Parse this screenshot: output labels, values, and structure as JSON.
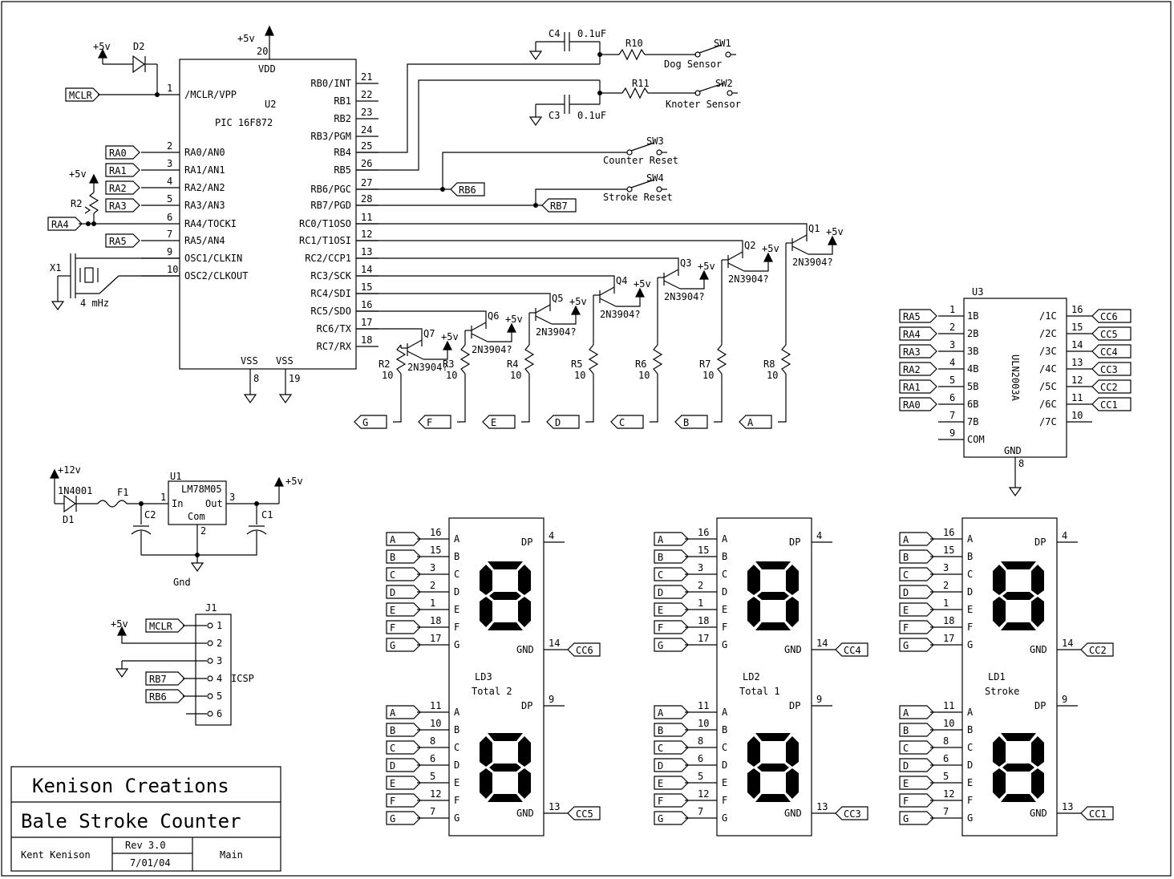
{
  "title_block": {
    "company": "Kenison Creations",
    "project": "Bale Stroke Counter",
    "author": "Kent Kenison",
    "rev": "Rev 3.0",
    "date": "7/01/04",
    "sheet": "Main"
  },
  "mcu": {
    "ref": "U2",
    "part": "PIC 16F872",
    "vdd_label": "VDD",
    "vdd_pin": "20",
    "supply": "+5v",
    "left_pins": [
      {
        "num": "1",
        "name": "/MCLR/VPP"
      },
      {
        "num": "2",
        "name": "RA0/AN0"
      },
      {
        "num": "3",
        "name": "RA1/AN1"
      },
      {
        "num": "4",
        "name": "RA2/AN2"
      },
      {
        "num": "5",
        "name": "RA3/AN3"
      },
      {
        "num": "6",
        "name": "RA4/TOCKI"
      },
      {
        "num": "7",
        "name": "RA5/AN4"
      },
      {
        "num": "9",
        "name": "OSC1/CLKIN"
      },
      {
        "num": "10",
        "name": "OSC2/CLKOUT"
      }
    ],
    "right_pins": [
      {
        "num": "21",
        "name": "RB0/INT"
      },
      {
        "num": "22",
        "name": "RB1"
      },
      {
        "num": "23",
        "name": "RB2"
      },
      {
        "num": "24",
        "name": "RB3/PGM"
      },
      {
        "num": "25",
        "name": "RB4"
      },
      {
        "num": "26",
        "name": "RB5"
      },
      {
        "num": "27",
        "name": "RB6/PGC"
      },
      {
        "num": "28",
        "name": "RB7/PGD"
      },
      {
        "num": "11",
        "name": "RC0/T1OSO"
      },
      {
        "num": "12",
        "name": "RC1/T1OSI"
      },
      {
        "num": "13",
        "name": "RC2/CCP1"
      },
      {
        "num": "14",
        "name": "RC3/SCK"
      },
      {
        "num": "15",
        "name": "RC4/SDI"
      },
      {
        "num": "16",
        "name": "RC5/SDO"
      },
      {
        "num": "17",
        "name": "RC6/TX"
      },
      {
        "num": "18",
        "name": "RC7/RX"
      }
    ],
    "vss": [
      {
        "label": "VSS",
        "pin": "8"
      },
      {
        "label": "VSS",
        "pin": "19"
      }
    ]
  },
  "mclr_section": {
    "supply": "+5v",
    "diode": "D2",
    "net": "MCLR"
  },
  "ra_nets": [
    "RA0",
    "RA1",
    "RA2",
    "RA3",
    "RA4",
    "RA5"
  ],
  "pot": {
    "ref": "R2",
    "supply": "+5v"
  },
  "crystal": {
    "ref": "X1",
    "freq": "4 mHz"
  },
  "inputs": [
    {
      "cap": "C4",
      "cap_val": "0.1uF",
      "res": "R10",
      "sw": "SW1",
      "desc": "Dog Sensor"
    },
    {
      "cap": "C3",
      "cap_val": "0.1uF",
      "res": "R11",
      "sw": "SW2",
      "desc": "Knoter Sensor"
    }
  ],
  "resets": [
    {
      "sw": "SW3",
      "desc": "Counter Reset",
      "net": "RB6"
    },
    {
      "sw": "SW4",
      "desc": "Stroke Reset",
      "net": "RB7"
    }
  ],
  "transistors": [
    {
      "ref": "Q7",
      "part": "2N3904?",
      "res": "R2",
      "val": "10",
      "out": "G"
    },
    {
      "ref": "Q6",
      "part": "2N3904?",
      "res": "R3",
      "val": "10",
      "out": "F"
    },
    {
      "ref": "Q5",
      "part": "2N3904?",
      "res": "R4",
      "val": "10",
      "out": "E"
    },
    {
      "ref": "Q4",
      "part": "2N3904?",
      "res": "R5",
      "val": "10",
      "out": "D"
    },
    {
      "ref": "Q3",
      "part": "2N3904?",
      "res": "R6",
      "val": "10",
      "out": "C"
    },
    {
      "ref": "Q2",
      "part": "2N3904?",
      "res": "R7",
      "val": "10",
      "out": "B"
    },
    {
      "ref": "Q1",
      "part": "2N3904?",
      "res": "R8",
      "val": "10",
      "out": "A"
    }
  ],
  "driver": {
    "ref": "U3",
    "part": "ULN2003A",
    "inputs": [
      {
        "net": "RA5",
        "num": "1",
        "pin": "1B"
      },
      {
        "net": "RA4",
        "num": "2",
        "pin": "2B"
      },
      {
        "net": "RA3",
        "num": "3",
        "pin": "3B"
      },
      {
        "net": "RA2",
        "num": "4",
        "pin": "4B"
      },
      {
        "net": "RA1",
        "num": "5",
        "pin": "5B"
      },
      {
        "net": "RA0",
        "num": "6",
        "pin": "6B"
      },
      {
        "net": "",
        "num": "7",
        "pin": "7B"
      },
      {
        "net": "",
        "num": "9",
        "pin": "COM"
      }
    ],
    "outputs": [
      {
        "pin": "/1C",
        "num": "16",
        "net": "CC6"
      },
      {
        "pin": "/2C",
        "num": "15",
        "net": "CC5"
      },
      {
        "pin": "/3C",
        "num": "14",
        "net": "CC4"
      },
      {
        "pin": "/4C",
        "num": "13",
        "net": "CC3"
      },
      {
        "pin": "/5C",
        "num": "12",
        "net": "CC2"
      },
      {
        "pin": "/6C",
        "num": "11",
        "net": "CC1"
      },
      {
        "pin": "/7C",
        "num": "10",
        "net": ""
      }
    ],
    "gnd_label": "GND",
    "gnd_pin": "8"
  },
  "regulator": {
    "ref": "U1",
    "part": "LM78M05",
    "in_label": "In",
    "out_label": "Out",
    "com_label": "Com",
    "in_pin": "1",
    "out_pin": "3",
    "com_pin": "2",
    "vin": "+12v",
    "vout": "+5v",
    "diode_part": "1N4001",
    "diode_ref": "D1",
    "fuse": "F1",
    "cin": "C2",
    "cout": "C1",
    "gnd": "Gnd"
  },
  "icsp": {
    "ref": "J1",
    "label": "ICSP",
    "supply": "+5v",
    "pins": [
      {
        "num": "1",
        "net": "MCLR"
      },
      {
        "num": "2",
        "net": ""
      },
      {
        "num": "3",
        "net": ""
      },
      {
        "num": "4",
        "net": "RB7"
      },
      {
        "num": "5",
        "net": "RB6"
      },
      {
        "num": "6",
        "net": ""
      }
    ]
  },
  "display_segments": [
    "A",
    "B",
    "C",
    "D",
    "E",
    "F",
    "G"
  ],
  "displays": [
    {
      "ref": "LD3",
      "name": "Total 2",
      "top_pins": [
        "16",
        "15",
        "3",
        "2",
        "1",
        "18",
        "17"
      ],
      "bot_pins": [
        "11",
        "10",
        "8",
        "6",
        "5",
        "12",
        "7"
      ],
      "dp_top": "4",
      "dp_bot": "9",
      "gnd_top": "14",
      "gnd_bot": "13",
      "cc_top": "CC6",
      "cc_bot": "CC5"
    },
    {
      "ref": "LD2",
      "name": "Total 1",
      "top_pins": [
        "16",
        "15",
        "3",
        "2",
        "1",
        "18",
        "17"
      ],
      "bot_pins": [
        "11",
        "10",
        "8",
        "6",
        "5",
        "12",
        "7"
      ],
      "dp_top": "4",
      "dp_bot": "9",
      "gnd_top": "14",
      "gnd_bot": "13",
      "cc_top": "CC4",
      "cc_bot": "CC3"
    },
    {
      "ref": "LD1",
      "name": "Stroke",
      "top_pins": [
        "16",
        "15",
        "3",
        "2",
        "1",
        "18",
        "17"
      ],
      "bot_pins": [
        "11",
        "10",
        "8",
        "6",
        "5",
        "12",
        "7"
      ],
      "dp_top": "4",
      "dp_bot": "9",
      "gnd_top": "14",
      "gnd_bot": "13",
      "cc_top": "CC2",
      "cc_bot": "CC1"
    }
  ],
  "common_labels": {
    "dp": "DP",
    "gnd": "GND",
    "digit": "8"
  }
}
